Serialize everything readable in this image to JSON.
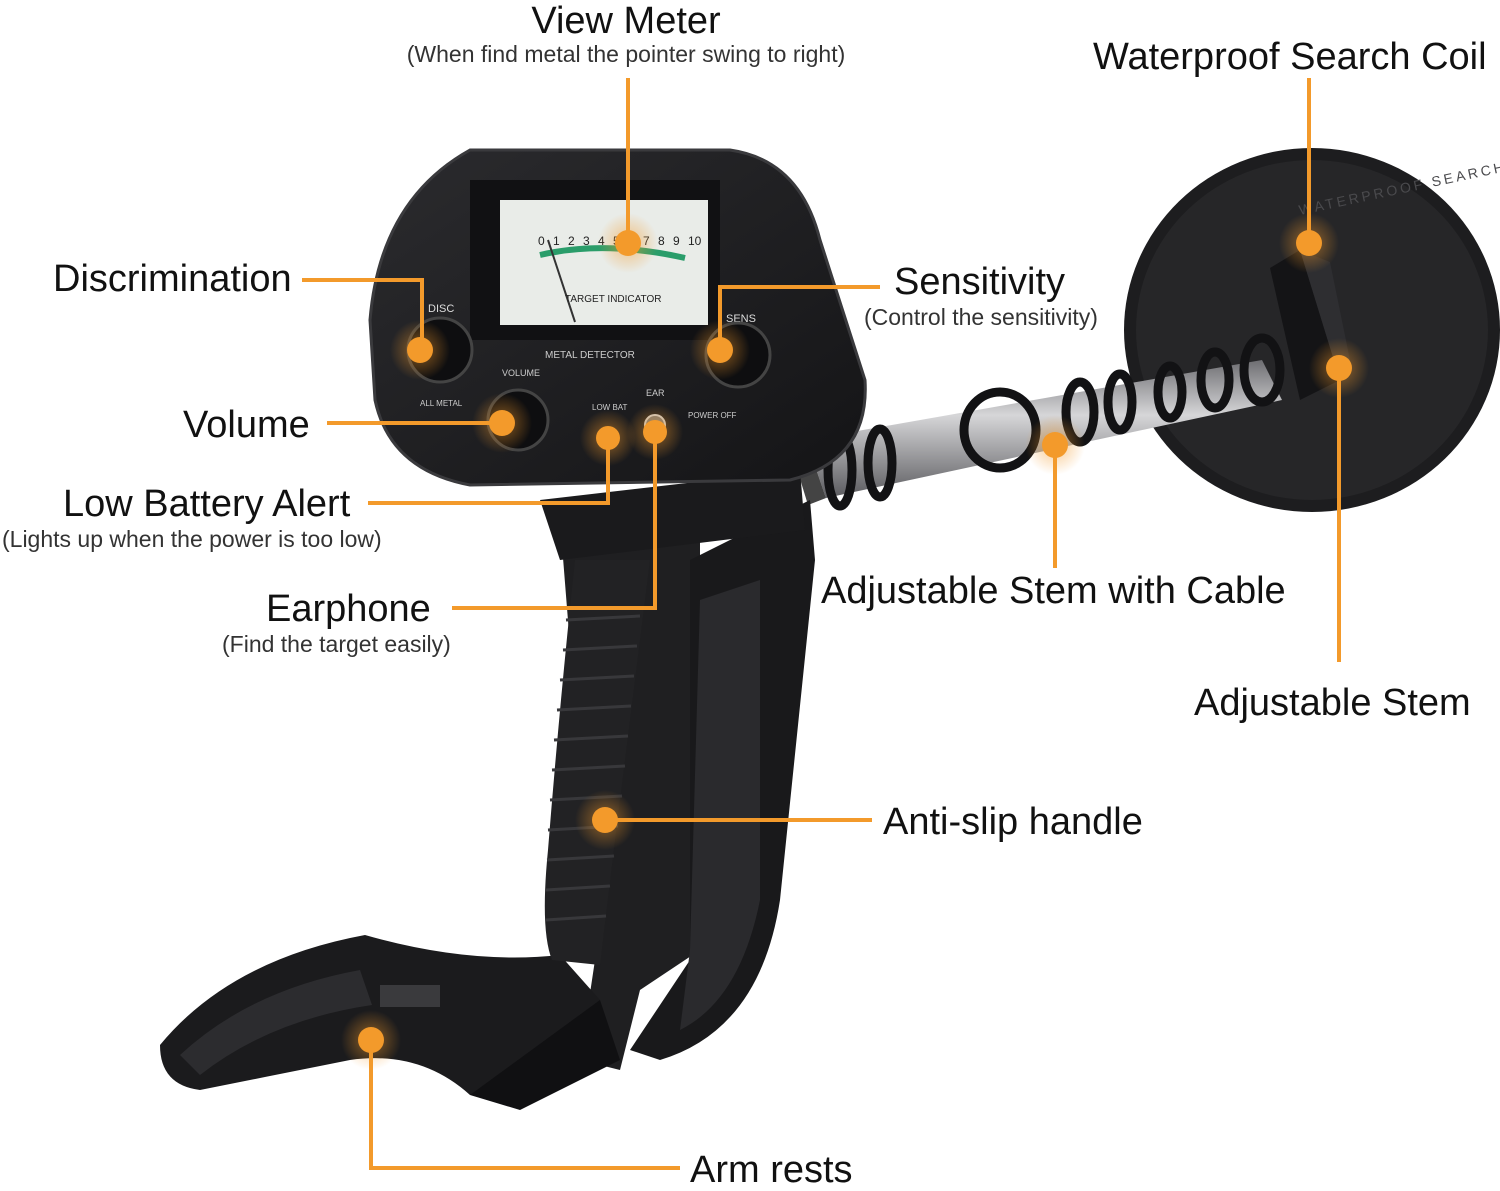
{
  "device": {
    "meter_scale": [
      "0",
      "1",
      "2",
      "3",
      "4",
      "5",
      "6",
      "7",
      "8",
      "9",
      "10"
    ],
    "meter_caption": "TARGET INDICATOR",
    "panel_title": "METAL DETECTOR",
    "disc_label": "DISC",
    "sens_label": "SENS",
    "volume_label": "VOLUME",
    "all_metal_label": "ALL METAL",
    "power_off_label": "POWER OFF",
    "low_bat_label": "LOW BAT",
    "ear_label": "EAR",
    "coil_text": "WATERPROOF SEARCH COIL"
  },
  "callouts": {
    "view_meter": {
      "title": "View Meter",
      "subtitle": "(When find metal the pointer swing to right)"
    },
    "search_coil": {
      "title": "Waterproof Search Coil"
    },
    "discrimination": {
      "title": "Discrimination"
    },
    "sensitivity": {
      "title": "Sensitivity",
      "subtitle": "(Control the sensitivity)"
    },
    "volume": {
      "title": "Volume"
    },
    "low_battery": {
      "title": "Low Battery Alert",
      "subtitle": "(Lights up when the power is too low)"
    },
    "earphone": {
      "title": "Earphone",
      "subtitle": "(Find the target easily)"
    },
    "stem_cable": {
      "title": "Adjustable Stem with Cable"
    },
    "adjustable_stem": {
      "title": "Adjustable Stem"
    },
    "handle": {
      "title": "Anti-slip handle"
    },
    "arm_rests": {
      "title": "Arm rests"
    }
  },
  "colors": {
    "accent": "#f39a2b",
    "device_body": "#1c1c1e",
    "device_edge": "#3a3a3d",
    "shaft": "#b9b9bc",
    "meter_face": "#e9ece8"
  }
}
